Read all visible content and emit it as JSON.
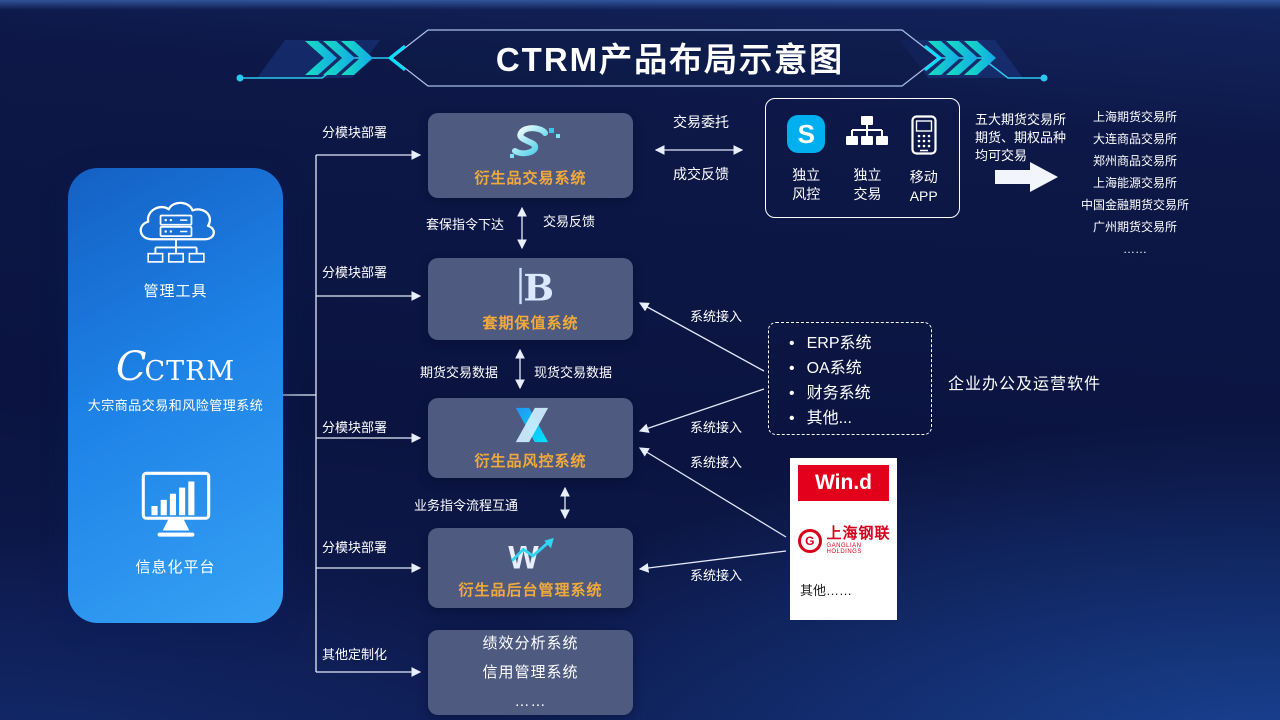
{
  "title": "CTRM产品布局示意图",
  "left_panel": {
    "top_label": "管理工具",
    "brand_initial": "C",
    "brand_rest": "CTRM",
    "subtitle": "大宗商品交易和风险管理系统",
    "bottom_label": "信息化平台"
  },
  "deploy_labels": [
    "分模块部署",
    "分模块部署",
    "分模块部署",
    "分模块部署",
    "其他定制化"
  ],
  "modules": {
    "trading": {
      "title": "衍生品交易系统",
      "glyph": "S"
    },
    "hedging": {
      "title": "套期保值系统",
      "glyph": "B"
    },
    "risk": {
      "title": "衍生品风控系统"
    },
    "backoffice": {
      "title": "衍生品后台管理系统",
      "glyph": "W"
    },
    "extra": {
      "line1": "绩效分析系统",
      "line2": "信用管理系统",
      "line3": "……"
    }
  },
  "flow_labels": {
    "hedge_order": "套保指令下达",
    "trade_feedback": "交易反馈",
    "futures_data": "期货交易数据",
    "spot_data": "现货交易数据",
    "process_link": "业务指令流程互通",
    "order_submit": "交易委托",
    "deal_feedback": "成交反馈"
  },
  "channel_box": {
    "items": [
      {
        "icon": "skype-icon",
        "glyph": "S",
        "line1": "独立",
        "line2": "风控"
      },
      {
        "icon": "org-chart-icon",
        "line1": "独立",
        "line2": "交易"
      },
      {
        "icon": "mobile-phone-icon",
        "line1": "移动",
        "line2": "APP"
      }
    ]
  },
  "exchange_note": {
    "line1": "五大期货交易所",
    "line2": "期货、期权品种",
    "line3": "均可交易"
  },
  "exchanges": [
    "上海期货交易所",
    "大连商品交易所",
    "郑州商品交易所",
    "上海能源交易所",
    "中国金融期货交易所",
    "广州期货交易所",
    "……"
  ],
  "office_software": {
    "items": [
      "ERP系统",
      "OA系统",
      "财务系统",
      "其他..."
    ],
    "caption": "企业办公及运营软件"
  },
  "data_vendors": {
    "wind": "Win.d",
    "ganglian_glyph": "G",
    "ganglian": "上海钢联",
    "ganglian_sub": "GANGLIAN HOLDINGS",
    "others": "其他……"
  },
  "access_labels": [
    "系统接入",
    "系统接入",
    "系统接入",
    "系统接入"
  ],
  "colors": {
    "accent_orange": "#f2a93b",
    "accent_cyan": "#2bc8f0",
    "panel_blue": "#1e82e6",
    "module_slate": "#4e5a80",
    "skype_blue": "#00aff0",
    "wind_red": "#e3001b",
    "ganglian_red": "#d9001b"
  }
}
